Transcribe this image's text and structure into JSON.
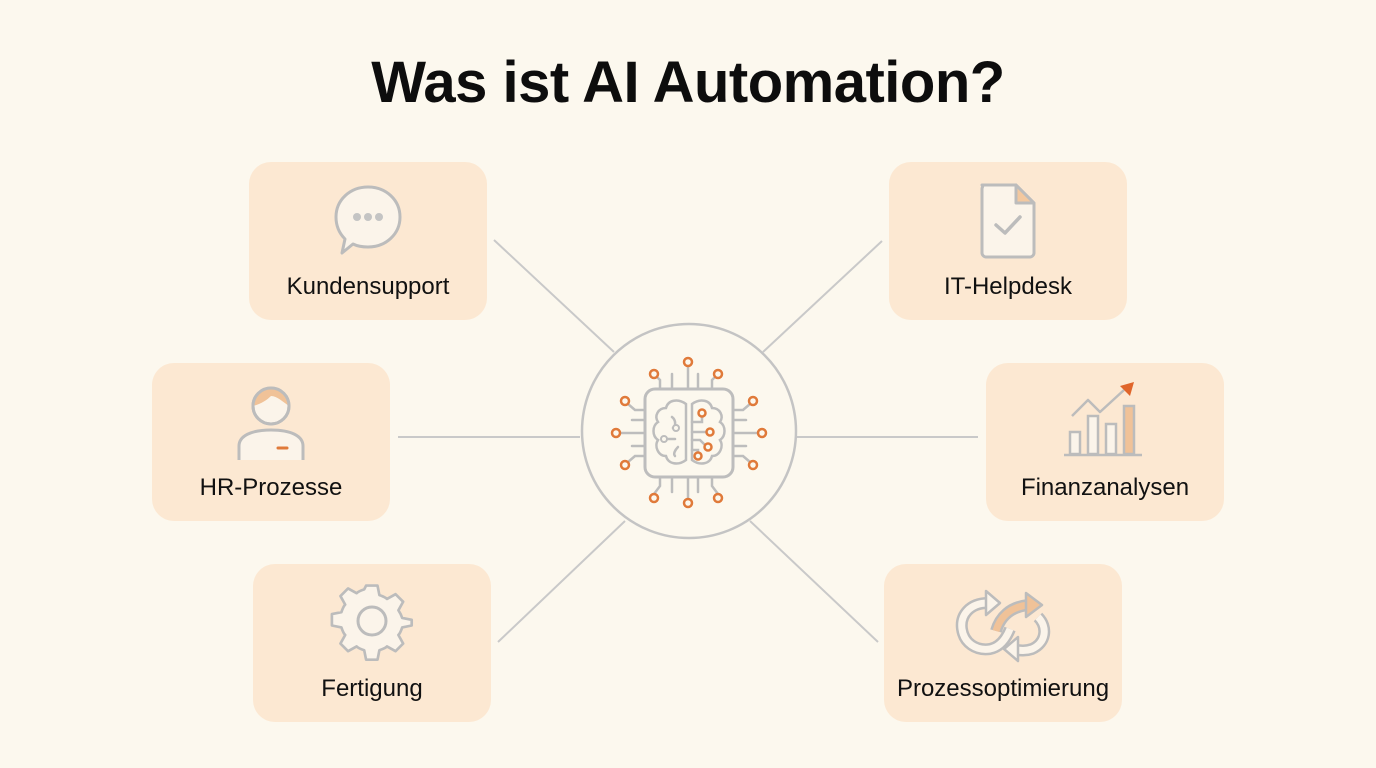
{
  "title": "Was ist AI Automation?",
  "colors": {
    "background": "#fcf8ee",
    "card": "#fce8d2",
    "line": "#c8c8c8",
    "accent": "#e07a3a",
    "text": "#111111"
  },
  "hub": {
    "icon": "ai-chip-brain-icon"
  },
  "cards": [
    {
      "id": "kundensupport",
      "label": "Kundensupport",
      "icon": "chat-bubble-icon",
      "position": "top-left"
    },
    {
      "id": "it-helpdesk",
      "label": "IT-Helpdesk",
      "icon": "document-check-icon",
      "position": "top-right"
    },
    {
      "id": "hr-prozesse",
      "label": "HR-Prozesse",
      "icon": "person-icon",
      "position": "middle-left"
    },
    {
      "id": "finanzanalysen",
      "label": "Finanzanalysen",
      "icon": "bar-chart-growth-icon",
      "position": "middle-right"
    },
    {
      "id": "fertigung",
      "label": "Fertigung",
      "icon": "gear-icon",
      "position": "bottom-left"
    },
    {
      "id": "prozessoptimierung",
      "label": "Prozessoptimierung",
      "icon": "cycle-arrows-icon",
      "position": "bottom-right"
    }
  ]
}
